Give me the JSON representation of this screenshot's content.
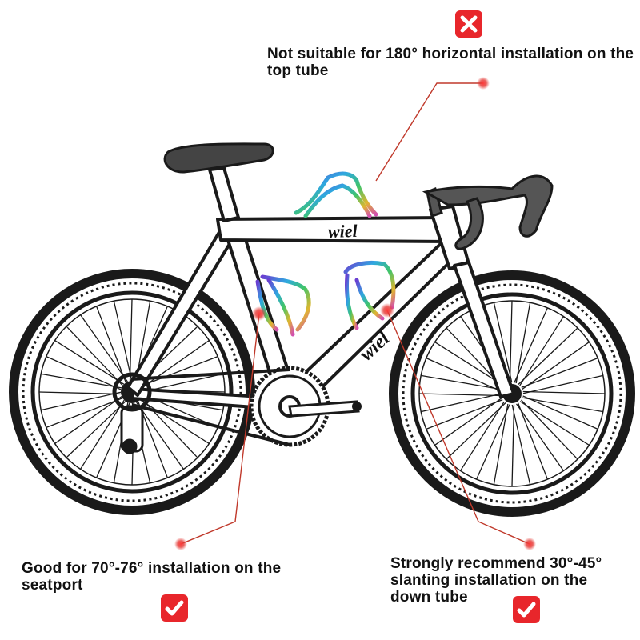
{
  "callouts": {
    "top_tube": {
      "text": "Not suitable for 180° horizontal installation on the top tube",
      "status": "not-suitable",
      "badge_icon": "red-cross-icon"
    },
    "seatpost": {
      "text": "Good for 70°-76° installation on the seatport",
      "status": "good",
      "badge_icon": "red-checkmark-icon"
    },
    "down_tube": {
      "text": "Strongly recommend 30°-45° slanting installation on the down tube",
      "status": "recommended",
      "badge_icon": "red-checkmark-icon"
    }
  },
  "bike_decal": "wiel",
  "colors": {
    "badge_red": "#e8262b",
    "pointer_line": "#c0392b",
    "dot": "#e53935",
    "bike_stroke": "#1a1a1a",
    "cage_iridescent": [
      "#6a3fd1",
      "#2fa8e0",
      "#3fc46a",
      "#e0b62f",
      "#d24fb0"
    ]
  }
}
